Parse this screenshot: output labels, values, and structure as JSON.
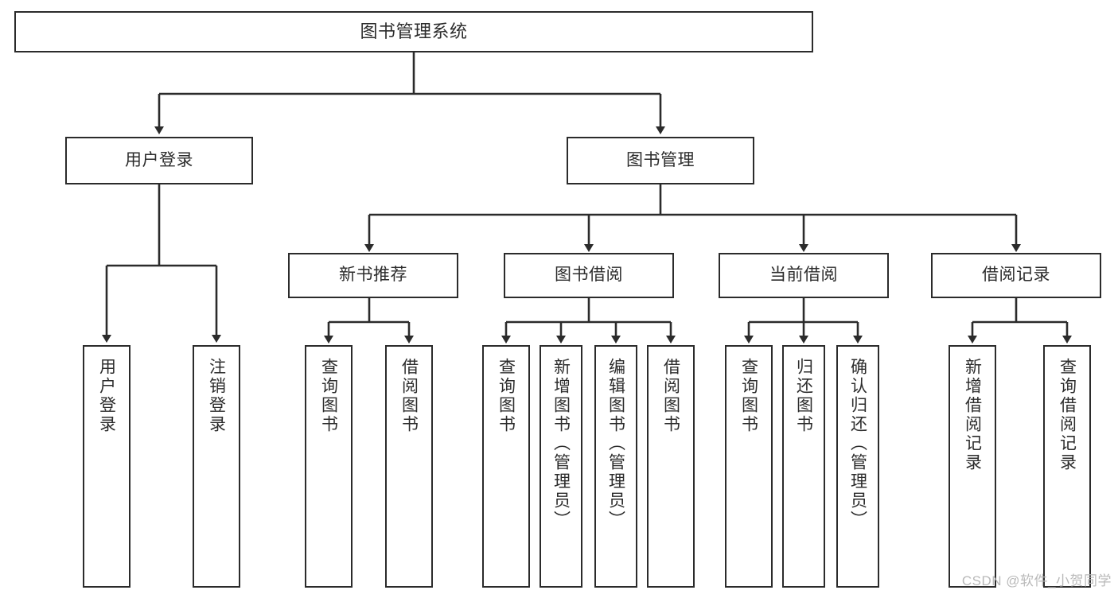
{
  "diagram": {
    "title": "图书管理系统",
    "type": "tree-hierarchy-diagram",
    "colors": {
      "box_border": "#2b2b2b",
      "box_fill": "#ffffff",
      "edge": "#2b2b2b",
      "text": "#2c2c2c",
      "watermark": "#b9b9b9"
    },
    "root": {
      "label": "图书管理系统"
    },
    "level2": [
      {
        "label": "用户登录"
      },
      {
        "label": "图书管理"
      }
    ],
    "level3": [
      {
        "label": "新书推荐"
      },
      {
        "label": "图书借阅"
      },
      {
        "label": "当前借阅"
      },
      {
        "label": "借阅记录"
      }
    ],
    "leaves": {
      "user_login": [
        {
          "label": "用户登录"
        },
        {
          "label": "注销登录"
        }
      ],
      "new_book_recommend": [
        {
          "label": "查询图书"
        },
        {
          "label": "借阅图书"
        }
      ],
      "book_borrow": [
        {
          "label": "查询图书"
        },
        {
          "label": "新增图书（管理员）"
        },
        {
          "label": "编辑图书（管理员）"
        },
        {
          "label": "借阅图书"
        }
      ],
      "current_borrow": [
        {
          "label": "查询图书"
        },
        {
          "label": "归还图书"
        },
        {
          "label": "确认归还（管理员）"
        }
      ],
      "borrow_record": [
        {
          "label": "新增借阅记录"
        },
        {
          "label": "查询借阅记录"
        }
      ]
    }
  },
  "watermark": {
    "text": "CSDN @软件_小贺同学"
  }
}
